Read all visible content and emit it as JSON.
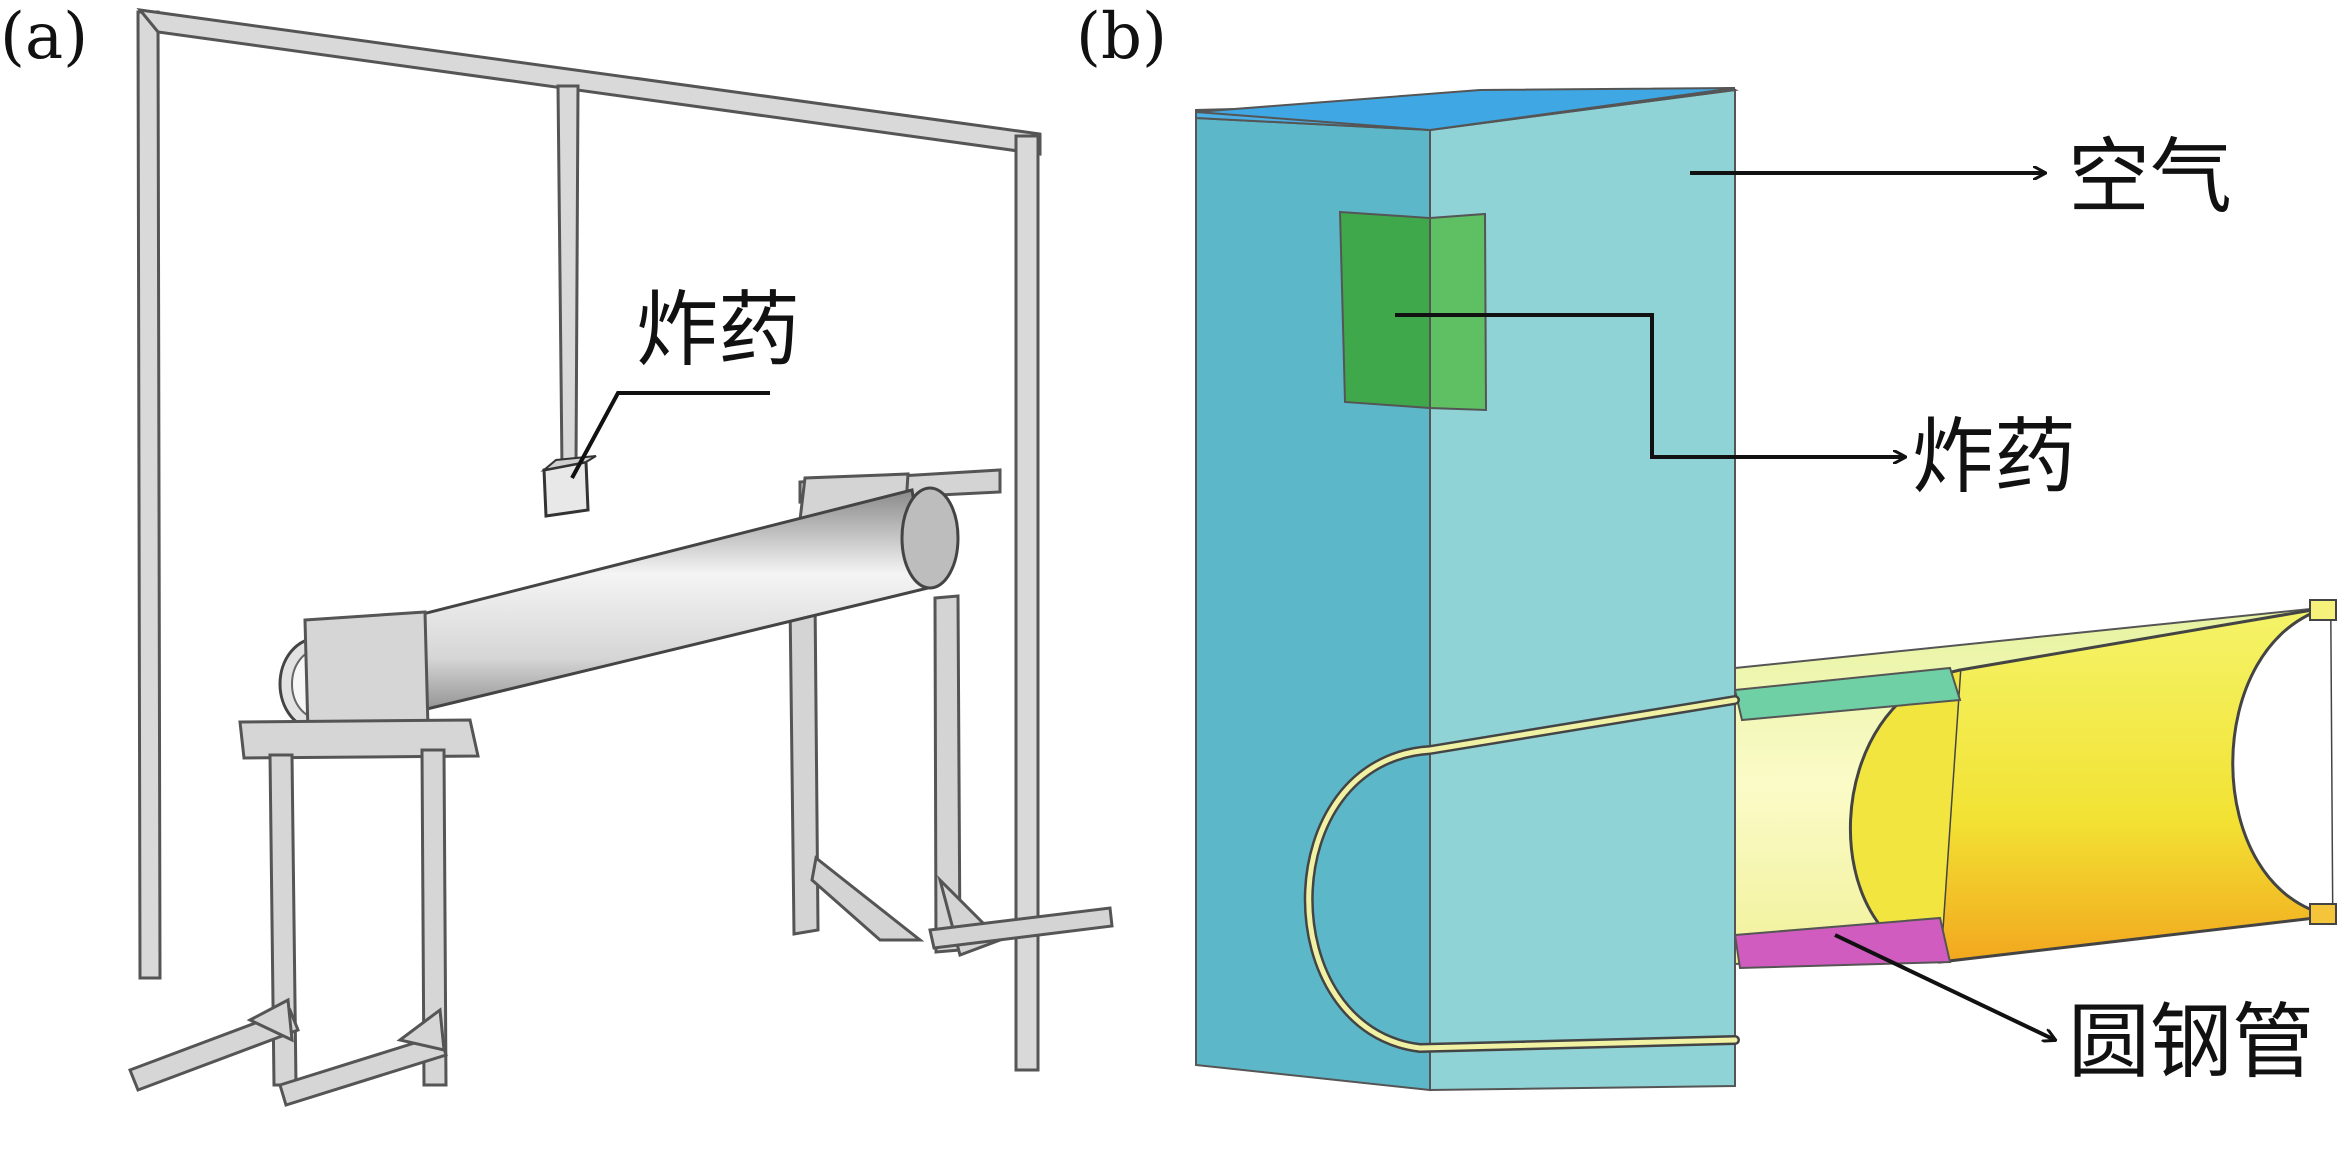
{
  "panel_a": {
    "tag": "(a)",
    "explosive_label": "炸药"
  },
  "panel_b": {
    "tag": "(b)",
    "air_label": "空气",
    "explosive_label": "炸药",
    "tube_label": "圆钢管"
  }
}
